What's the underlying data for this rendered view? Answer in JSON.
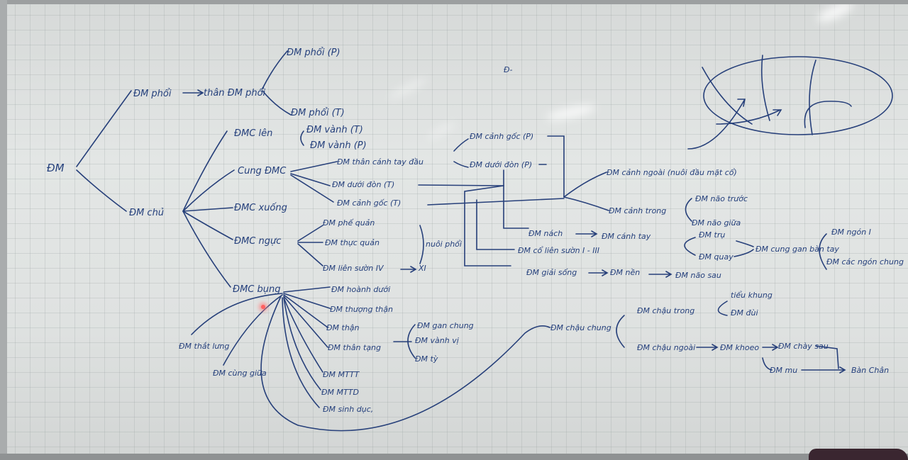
{
  "labels": {
    "root": "ĐM",
    "phoi": "ĐM phổi",
    "than_phoi": "thân ĐM phổi",
    "phoi_p": "ĐM phổi (P)",
    "phoi_t": "ĐM phổi (T)",
    "chu": "ĐM chủ",
    "c_len": "ĐMC lên",
    "vanh_t": "ĐM vành (T)",
    "vanh_p": "ĐM vành (P)",
    "cung": "Cung ĐMC",
    "than_canh_tay_dau": "ĐM thân cánh tay đầu",
    "duoi_don_t": "ĐM dưới đòn (T)",
    "canh_goc_t": "ĐM cảnh gốc (T)",
    "canh_goc_p": "ĐM cảnh gốc (P)",
    "duoi_don_p": "ĐM dưới đòn (P)",
    "canh_ngoai": "ĐM cảnh ngoài (nuôi đầu mặt cổ)",
    "canh_trong": "ĐM cảnh trong",
    "nao_truoc": "ĐM não trước",
    "nao_giua": "ĐM não giữa",
    "c_xuong": "ĐMC xuống",
    "c_nguc": "ĐMC ngực",
    "phe_quan": "ĐM phế quản",
    "thuc_quan": "ĐM thực quản",
    "lien_suon": "ĐM liên sườn IV",
    "xi": "XI",
    "nuoi_phoi": "nuôi phổi",
    "nach": "ĐM nách",
    "canh_tay": "ĐM cánh tay",
    "co_lien_suon": "ĐM cổ liên sườn I - III",
    "giai_song": "ĐM giải sống",
    "nen": "ĐM nền",
    "nao_sau": "ĐM não sau",
    "tru": "ĐM trụ",
    "quay": "ĐM quay",
    "cung_gan": "ĐM cung gan bàn tay",
    "ngon_1": "ĐM ngón I",
    "cac_ngon": "ĐM các ngón chung",
    "c_bung": "ĐMC bụng",
    "hoanh_duoi": "ĐM hoành dưới",
    "thuong_than": "ĐM thượng thận",
    "than": "ĐM thận",
    "than_tang": "ĐM thân tạng",
    "gan_chung": "ĐM gan chung",
    "vi": "ĐM vành vị",
    "ty": "ĐM tỳ",
    "mttt": "ĐM MTTT",
    "mttd": "ĐM MTTD",
    "sinh_duc": "ĐM sinh dục,",
    "that_lung": "ĐM thắt lưng",
    "cung_giua": "ĐM cùng giữa",
    "chau_chung": "ĐM chậu chung",
    "chau_trong": "ĐM chậu trong",
    "tieu_khung": "tiểu khung",
    "dui": "ĐM đùi",
    "chau_ngoai": "ĐM chậu ngoài",
    "khoeo": "ĐM khoeo",
    "chay_sau": "ĐM chày sau",
    "mu": "ĐM mu",
    "ban_chan": "Bàn Chân",
    "stray": "Đ-"
  }
}
